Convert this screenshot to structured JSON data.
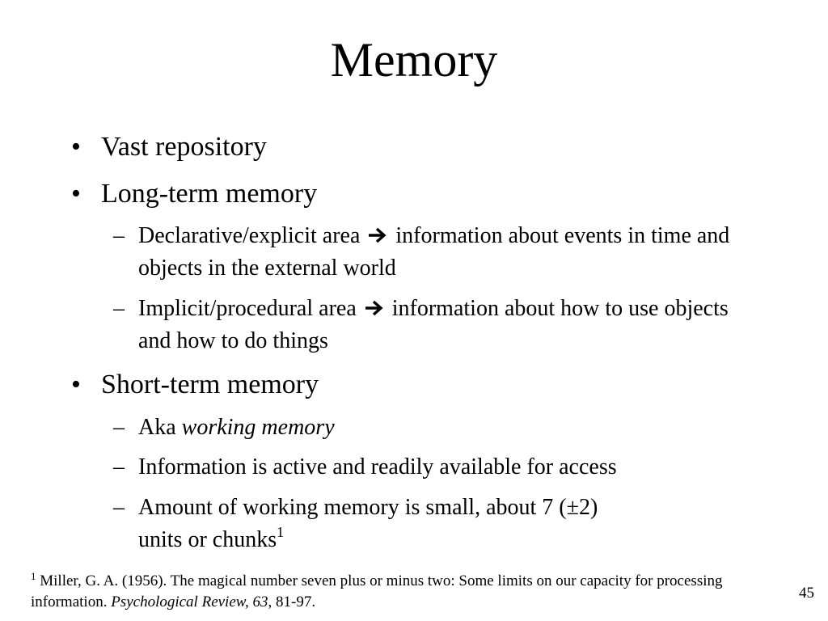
{
  "slide": {
    "title": "Memory",
    "page_number": "45"
  },
  "bullets": {
    "b1": "Vast repository",
    "b2": "Long-term memory",
    "b2_sub1_a": "Declarative/explicit area",
    "b2_sub1_b": "information about events in time and objects in the external world",
    "b2_sub2_a": "Implicit/procedural area",
    "b2_sub2_b": "information about how to use objects and how to do things",
    "b3": "Short-term memory",
    "b3_sub1_a": "Aka",
    "b3_sub1_b": "working memory",
    "b3_sub2": "Information is active and readily available for access",
    "b3_sub3_line1": "Amount of working memory is small, about 7 (±2)",
    "b3_sub3_line2": "units or chunks",
    "b3_sub3_ref": "1",
    "bullet_glyph": "•",
    "dash_glyph": "–"
  },
  "footnote": {
    "marker": "1",
    "text_a": "Miller, G. A. (1956). The magical number seven plus or minus two: Some limits on our capacity for processing information.",
    "journal": "Psychological Review, 63",
    "text_b": ", 81-97."
  },
  "icons": {
    "arrow": "right-arrow-icon"
  }
}
